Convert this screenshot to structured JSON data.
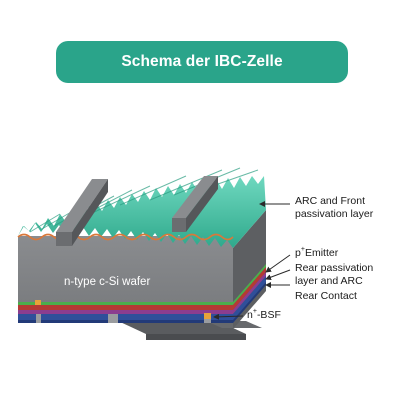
{
  "title": "Schema der IBC-Zelle",
  "wafer_label": "n-type c-Si wafer",
  "labels": {
    "arc_front_1": "ARC and Front",
    "arc_front_2": "passivation layer",
    "p_prefix": "p",
    "p_sup": "+",
    "p_rest": "Emitter",
    "rear_pass_1": "Rear passivation",
    "rear_pass_2": "layer and ARC",
    "rear_contact": "Rear Contact",
    "n_prefix": "n",
    "n_sup": "+",
    "n_rest": "-BSF"
  },
  "colors": {
    "title_bg": "#2aa48a",
    "texture": "#3fc3a4",
    "wafer_front": "#808285",
    "wafer_right": "#5d5f62",
    "fingers": "#6b6d70",
    "emitter_red": "#b53a34",
    "bsf_blue": "#2f4f9a",
    "green_line": "#4cae4c",
    "orange_contact": "#e8a23a"
  },
  "icons": [
    "arrow-icon"
  ]
}
